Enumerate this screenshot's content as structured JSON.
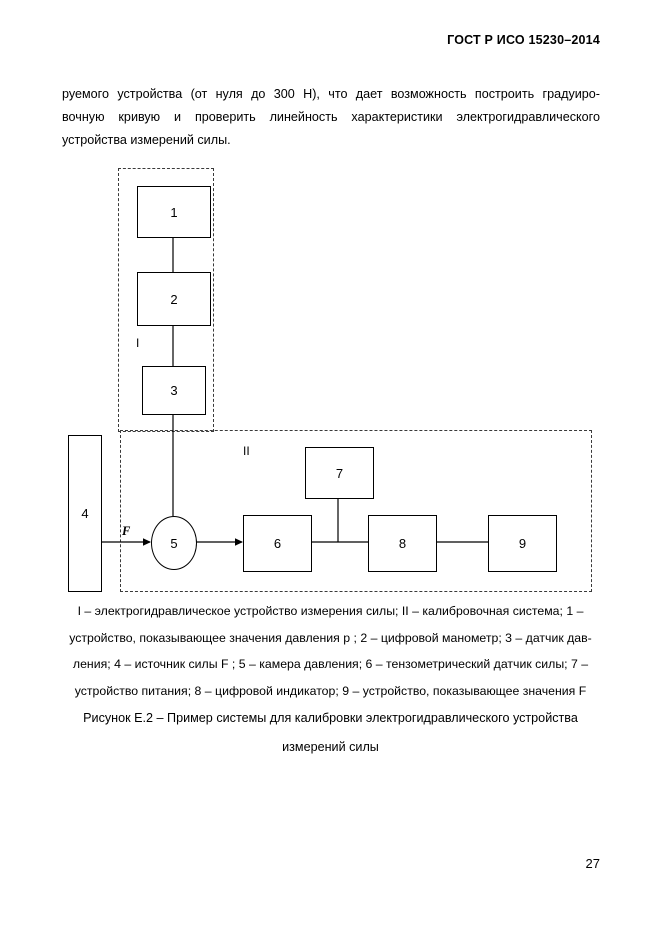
{
  "header": {
    "title": "ГОСТ Р ИСО 15230–2014"
  },
  "body": {
    "lines": [
      "руемого устройства (от нуля до 300 Н), что дает возможность построить градуиро-",
      "вочную кривую и проверить линейность характеристики электрогидравлического",
      "устройства измерений силы."
    ]
  },
  "diagram": {
    "region_1_label": "I",
    "region_2_label": "II",
    "force_label": "F",
    "nodes": {
      "n1": "1",
      "n2": "2",
      "n3": "3",
      "n4": "4",
      "n5": "5",
      "n6": "6",
      "n7": "7",
      "n8": "8",
      "n9": "9"
    }
  },
  "legend": {
    "lines": [
      "I – электрогидравлическое устройство измерения силы;  II – калибровочная система; 1 –",
      "устройство, показывающее значения давления p ; 2 – цифровой манометр; 3 – датчик дав-",
      "ления; 4 – источник силы F ; 5 – камера давления; 6 – тензометрический датчик силы; 7 –",
      "устройство питания; 8 – цифровой индикатор; 9 – устройство, показывающее значения F"
    ]
  },
  "figure": {
    "caption_lines": [
      "Рисунок Е.2 – Пример системы для калибровки электрогидравлического устройства",
      "измерений силы"
    ]
  },
  "footer": {
    "page_number": "27"
  }
}
